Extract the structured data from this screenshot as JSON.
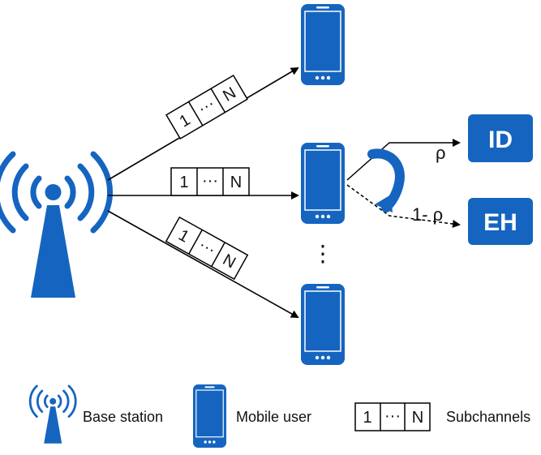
{
  "colors": {
    "accent": "#1565c0",
    "line": "#000000",
    "text": "#111111"
  },
  "subchannel_block": {
    "first": "1",
    "dots": "···",
    "last": "N"
  },
  "receivers": {
    "id_label": "ID",
    "eh_label": "EH",
    "id_ratio": "ρ",
    "eh_ratio": "1- ρ"
  },
  "more_users_indicator": "⋮",
  "legend": {
    "base_station": "Base station",
    "mobile_user": "Mobile user",
    "subchannels": "Subchannels"
  },
  "icons": [
    "antenna-tower-icon",
    "smartphone-icon",
    "rotate-arrow-icon"
  ]
}
